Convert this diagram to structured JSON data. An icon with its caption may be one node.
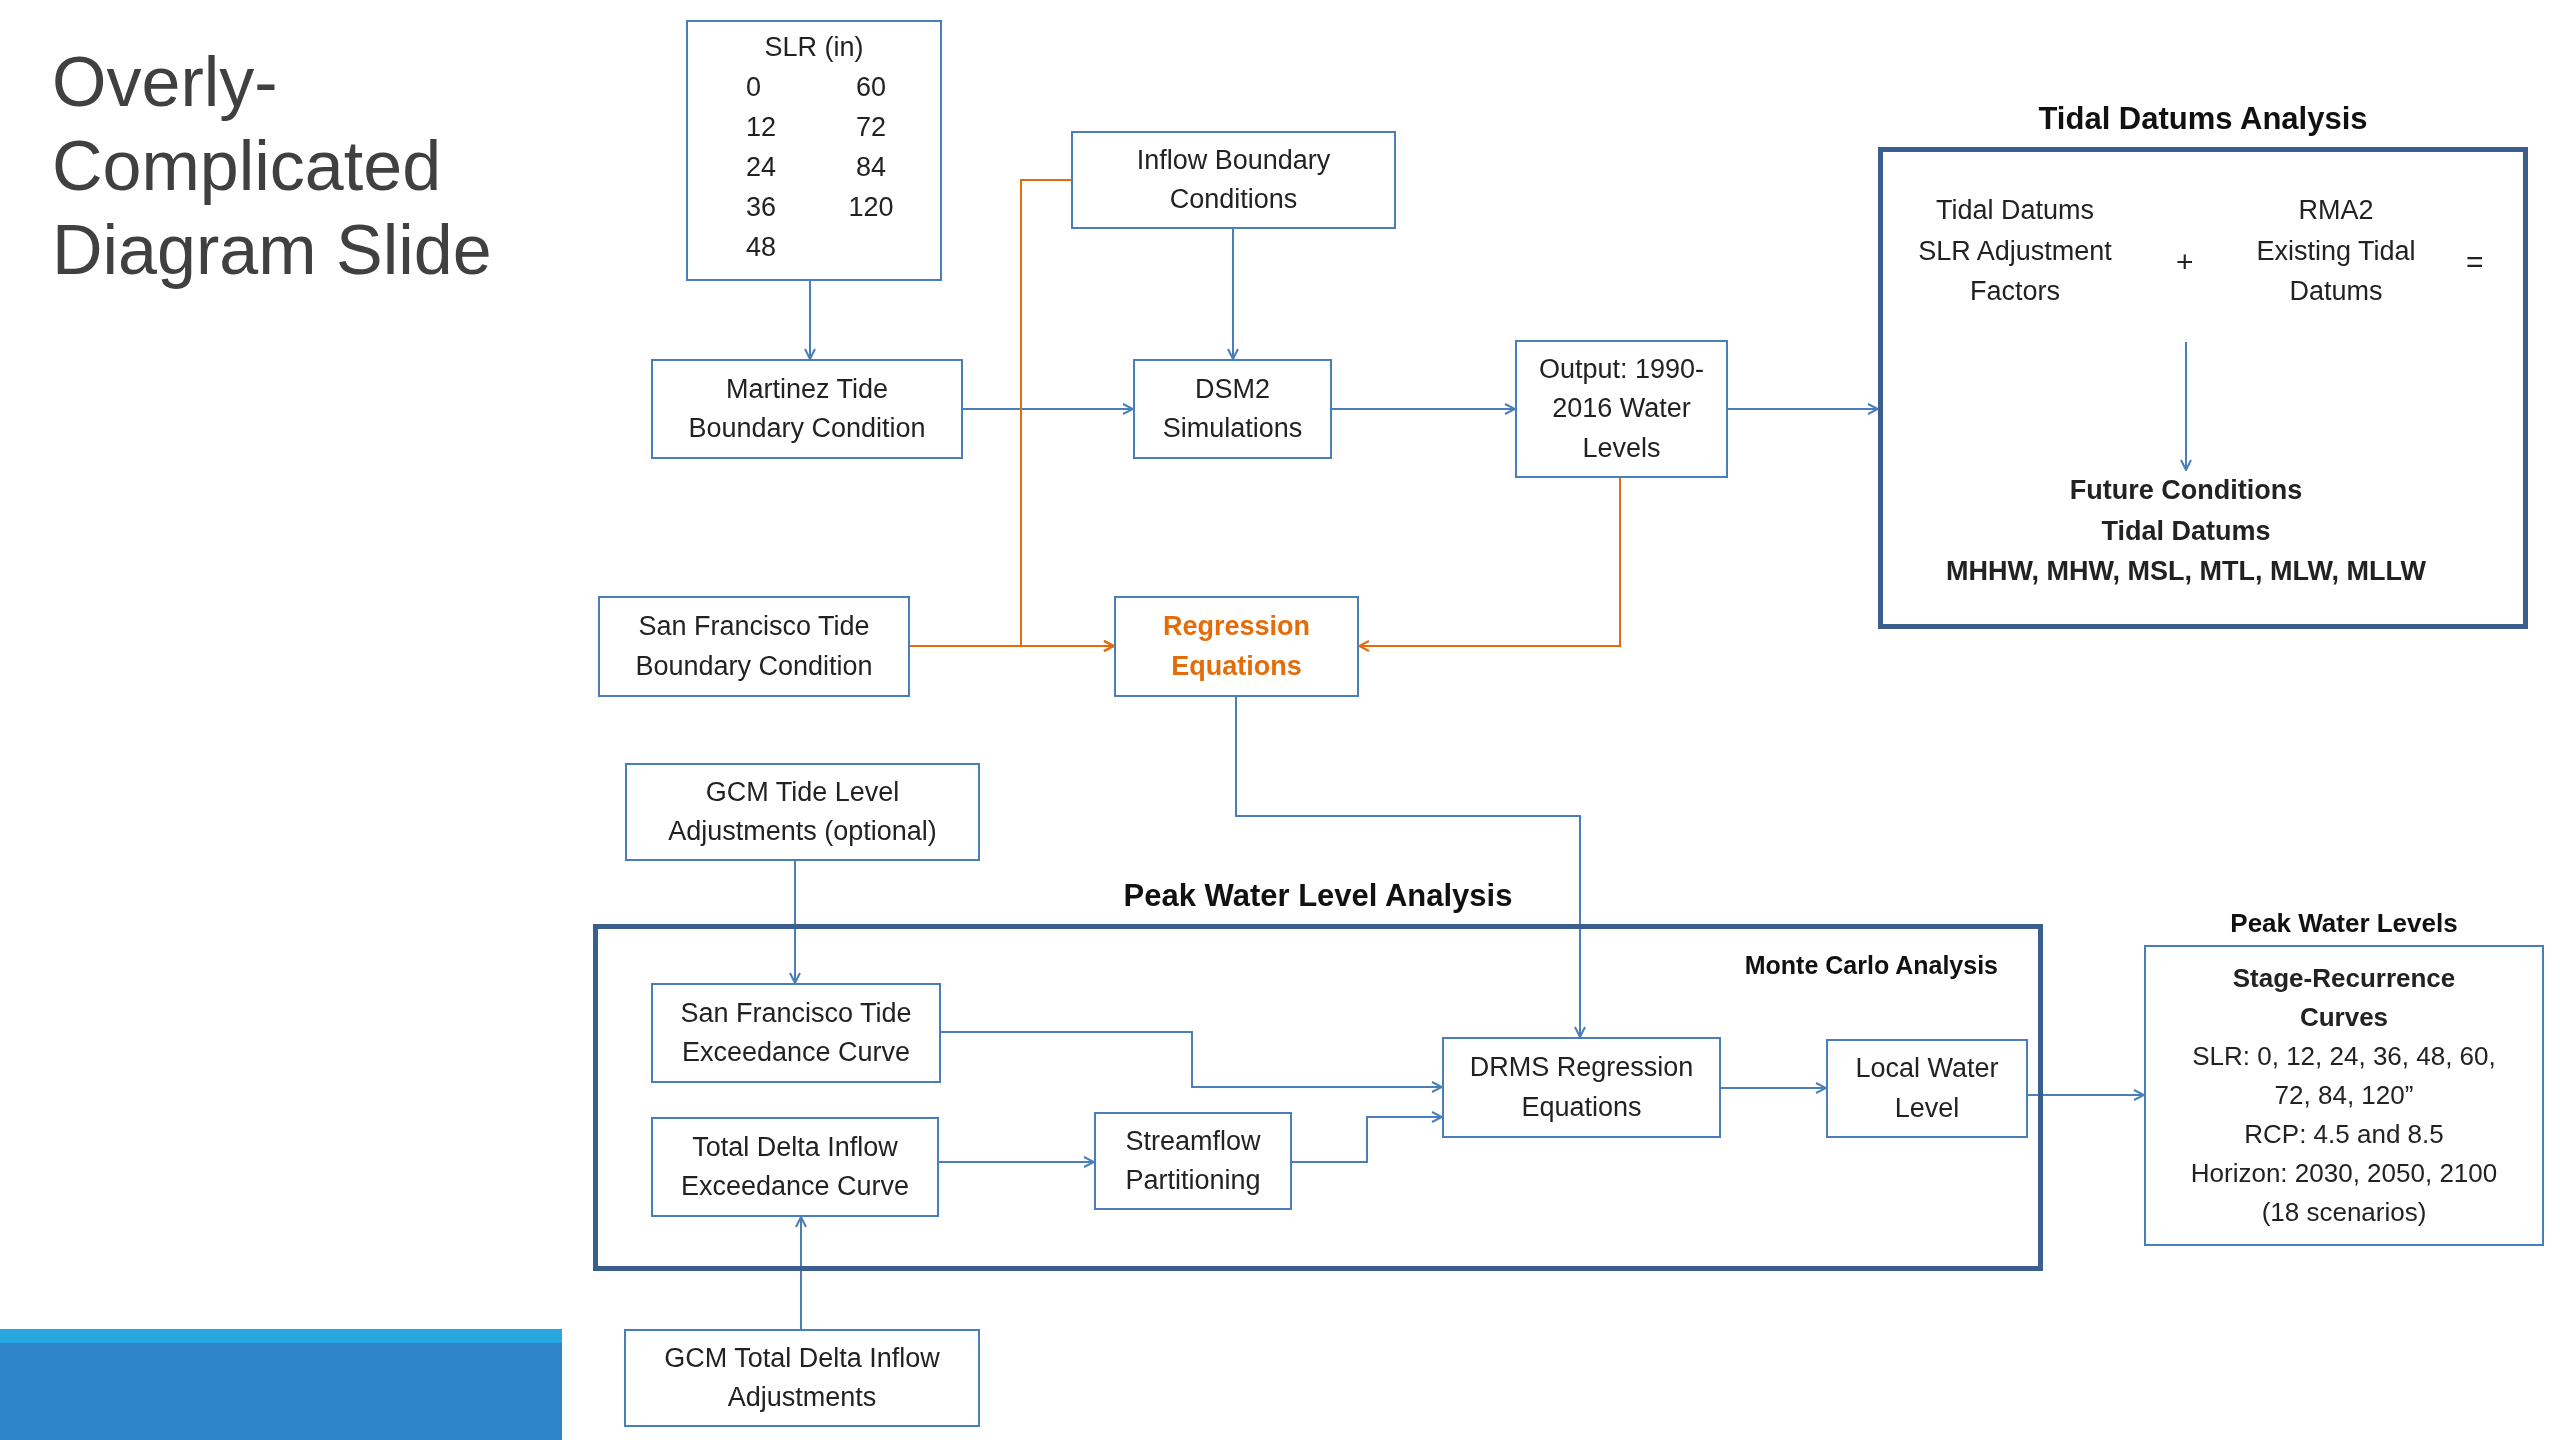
{
  "diagram": {
    "title": "Overly-Complicated Diagram Slide",
    "nodes": [
      {
        "text": [
          "SLR (in)",
          "0",
          "60",
          "12",
          "72",
          "24",
          "84",
          "36",
          "120",
          "48"
        ]
      },
      {
        "text": [
          "Inflow Boundary Conditions"
        ]
      },
      {
        "text": [
          "Martinez Tide Boundary Condition"
        ]
      },
      {
        "text": [
          "DSM2 Simulations"
        ]
      },
      {
        "text": [
          "Output: 1990-2016 Water Levels"
        ]
      },
      {
        "text": [
          "Tidal Datums Analysis"
        ]
      },
      {
        "text": [
          "Tidal Datums SLR Adjustment Factors"
        ],
        "in": 5
      },
      {
        "text": [
          "RMA2 Existing Tidal Datums"
        ],
        "in": 5
      },
      {
        "text": [
          "Future Conditions Tidal Datums",
          "MHHW, MHW, MSL, MTL, MLW, MLLW"
        ],
        "in": 5
      },
      {
        "text": [
          "San Francisco Tide Boundary Condition"
        ]
      },
      {
        "text": [
          "Regression Equations"
        ]
      },
      {
        "text": [
          "GCM Tide Level Adjustments (optional)"
        ]
      },
      {
        "text": [
          "Peak Water Level Analysis",
          "Monte Carlo Analysis"
        ]
      },
      {
        "text": [
          "San Francisco Tide Exceedance Curve"
        ],
        "in": 12
      },
      {
        "text": [
          "Total Delta Inflow Exceedance Curve"
        ],
        "in": 12
      },
      {
        "text": [
          "Streamflow Partitioning"
        ],
        "in": 12
      },
      {
        "text": [
          "DRMS Regression Equations"
        ],
        "in": 12
      },
      {
        "text": [
          "Local Water Level"
        ],
        "in": 12
      },
      {
        "text": [
          "Peak Water Levels",
          "Stage-Recurrence Curves",
          "SLR: 0, 12, 24, 36, 48, 60, 72, 84, 120”",
          "RCP: 4.5 and 8.5",
          "Horizon: 2030, 2050, 2100",
          "(18 scenarios)"
        ]
      },
      {
        "text": [
          "GCM Total Delta Inflow Adjustments"
        ]
      }
    ],
    "edges": [
      {
        "from": 0,
        "to": 2,
        "arrow": "to"
      },
      {
        "from": 1,
        "to": 3,
        "arrow": "to"
      },
      {
        "from": 2,
        "to": 3,
        "arrow": "to"
      },
      {
        "from": 3,
        "to": 4,
        "arrow": "to"
      },
      {
        "from": 4,
        "to": 5,
        "arrow": "to"
      },
      {
        "from": null,
        "to": 8,
        "arrow": "to"
      },
      {
        "from": 1,
        "to": 10,
        "arrow": "to",
        "color": "#e46c0a"
      },
      {
        "from": 9,
        "to": 10,
        "arrow": "to",
        "color": "#e46c0a"
      },
      {
        "from": 4,
        "to": 10,
        "arrow": "to",
        "color": "#e46c0a"
      },
      {
        "from": 10,
        "to": 16,
        "arrow": "to"
      },
      {
        "from": 11,
        "to": 13,
        "arrow": "to"
      },
      {
        "from": 13,
        "to": 16,
        "arrow": "to"
      },
      {
        "from": 14,
        "to": 15,
        "arrow": "to"
      },
      {
        "from": 15,
        "to": 16,
        "arrow": "to"
      },
      {
        "from": 16,
        "to": 17,
        "arrow": "to"
      },
      {
        "from": 17,
        "to": 18,
        "arrow": "to"
      },
      {
        "from": 19,
        "to": 14,
        "arrow": "to"
      }
    ],
    "labels": [
      "+",
      "="
    ]
  }
}
